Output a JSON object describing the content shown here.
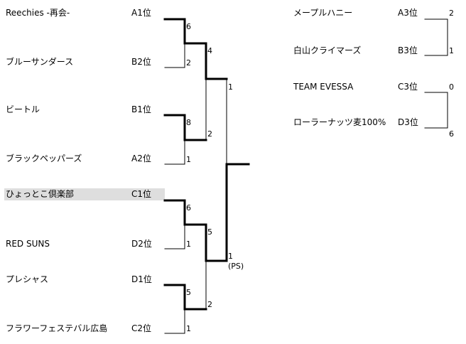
{
  "main_bracket": {
    "teams": [
      {
        "name": "Reechies -再会-",
        "seed": "A1位",
        "score": "6",
        "highlighted": false
      },
      {
        "name": "ブルーサンダース",
        "seed": "B2位",
        "score": "2",
        "highlighted": false
      },
      {
        "name": "ビートル",
        "seed": "B1位",
        "score": "8",
        "highlighted": false
      },
      {
        "name": "ブラックペッパーズ",
        "seed": "A2位",
        "score": "1",
        "highlighted": false
      },
      {
        "name": "ひょっとこ倶楽部",
        "seed": "C1位",
        "score": "6",
        "highlighted": true
      },
      {
        "name": "RED SUNS",
        "seed": "D2位",
        "score": "1",
        "highlighted": false
      },
      {
        "name": "プレシャス",
        "seed": "D1位",
        "score": "5",
        "highlighted": false
      },
      {
        "name": "フラワーフェステバル広島",
        "seed": "C2位",
        "score": "1",
        "highlighted": false
      }
    ],
    "semifinal_scores": [
      "4",
      "2",
      "5",
      "2"
    ],
    "final_scores": [
      "1",
      "1"
    ],
    "final_note": "(PS)"
  },
  "consolation_bracket": {
    "teams": [
      {
        "name": "メープルハニー",
        "seed": "A3位",
        "score": "2"
      },
      {
        "name": "白山クライマーズ",
        "seed": "B3位",
        "score": "1"
      },
      {
        "name": "TEAM EVESSA",
        "seed": "C3位",
        "score": "0"
      },
      {
        "name": "ローラーナッツ麦100%",
        "seed": "D3位",
        "score": "6"
      }
    ]
  }
}
